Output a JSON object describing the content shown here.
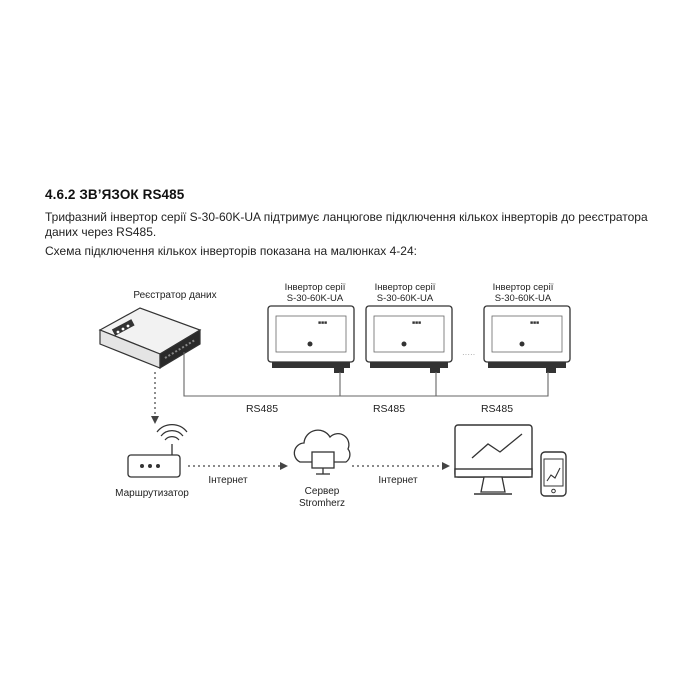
{
  "section": {
    "title": "4.6.2 ЗВ’ЯЗОК RS485",
    "paragraph1_line1": "Трифазний інвертор серії S-30-60K-UA підтримує ланцюгове підключення кількох інверторів до реєстратора",
    "paragraph1_line2": "даних через RS485.",
    "paragraph2": "Схема підключення кількох інверторів показана на малюнках 4-24:"
  },
  "diagram": {
    "data_logger_label": "Реєстратор даних",
    "inverters": [
      {
        "line1": "Інвертор серії",
        "line2": "S-30-60K-UA"
      },
      {
        "line1": "Інвертор серії",
        "line2": "S-30-60K-UA"
      },
      {
        "line1": "Інвертор серії",
        "line2": "S-30-60K-UA"
      }
    ],
    "rs485_labels": [
      "RS485",
      "RS485",
      "RS485"
    ],
    "router_label": "Маршрутизатор",
    "internet_labels": [
      "Інтернет",
      "Інтернет"
    ],
    "server_label_line1": "Сервер",
    "server_label_line2": "Stromherz"
  }
}
